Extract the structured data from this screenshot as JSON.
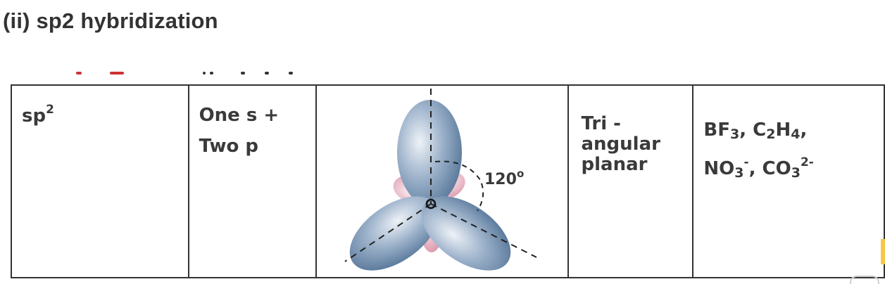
{
  "heading": "(ii) sp2 hybridization",
  "table": {
    "hybridization": {
      "base": "sp",
      "sup": "2"
    },
    "orbitals": {
      "line1": "One s +",
      "line2": "Two p"
    },
    "diagram": {
      "angle": "120",
      "degree": "o"
    },
    "shape": {
      "line1": "Tri -",
      "line2": "angular",
      "line3": "planar"
    },
    "examples": {
      "bf3": {
        "a": "BF",
        "b": "3",
        "c": ","
      },
      "c2h4": {
        "a": "C",
        "b": "2",
        "c": "H",
        "d": "4",
        "e": ","
      },
      "no3": {
        "a": "NO",
        "b": "3",
        "c": "-",
        "d": ","
      },
      "co3": {
        "a": "CO",
        "b": "3",
        "c": "2-"
      }
    }
  },
  "colors": {
    "lobe_blue": "#6f8fb0",
    "lobe_pink": "#e7a6b6",
    "ghost_red": "#cc3333",
    "ghost_dark": "#333333"
  }
}
